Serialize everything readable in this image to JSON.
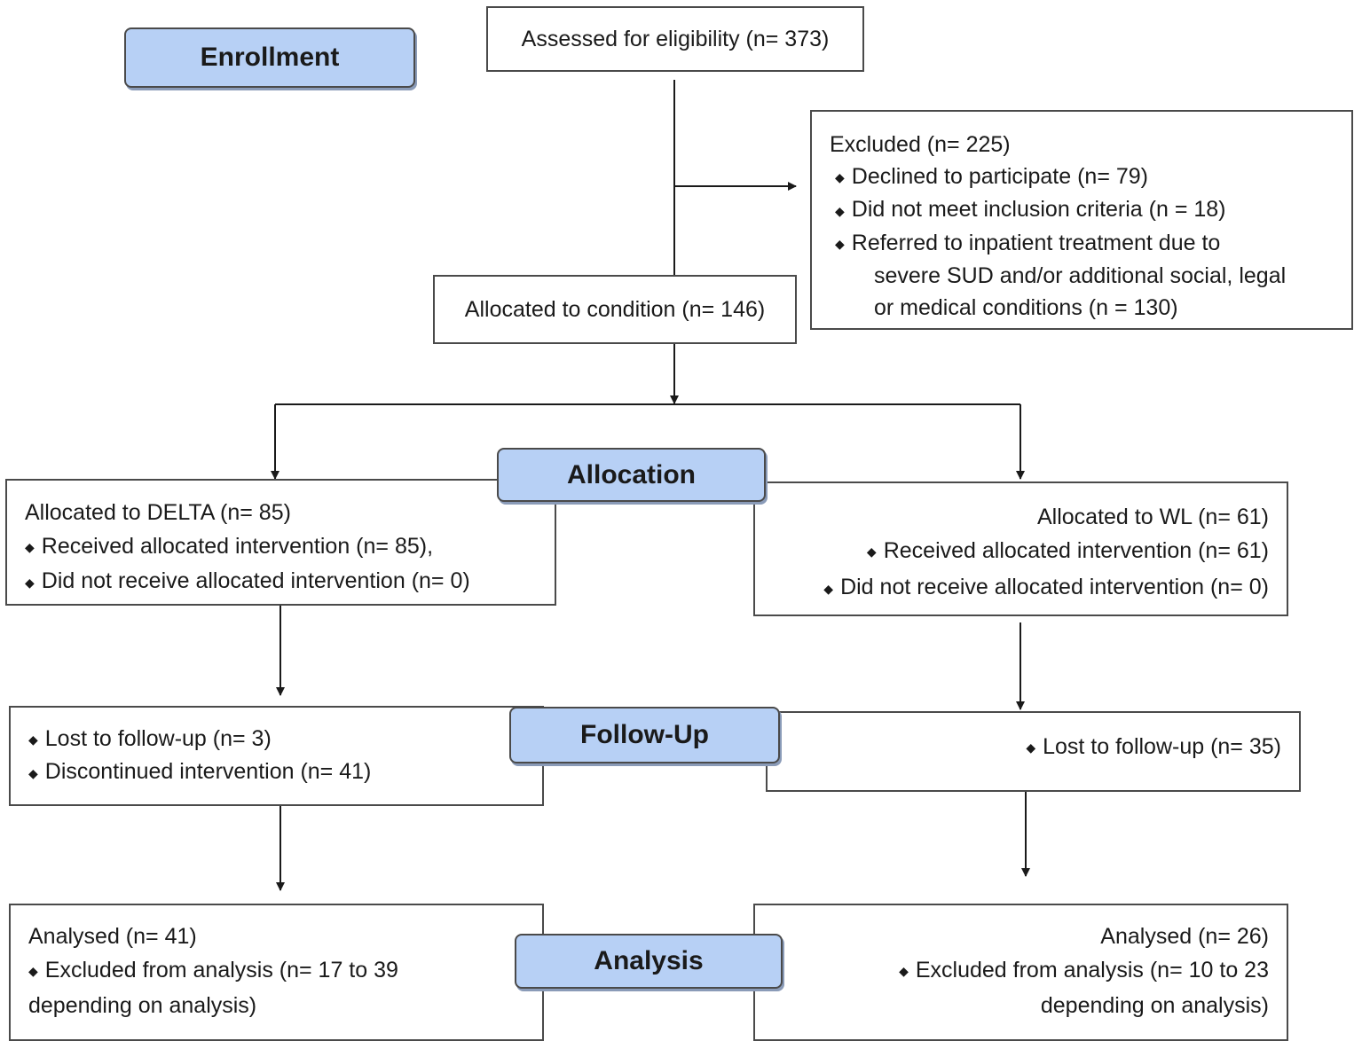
{
  "stages": {
    "enrollment": "Enrollment",
    "allocation": "Allocation",
    "follow_up": "Follow-Up",
    "analysis": "Analysis"
  },
  "assessed": "Assessed for eligibility (n= 373)",
  "excluded": {
    "title": "Excluded (n=   225)",
    "items": [
      "Declined to participate (n=  79)",
      "Did not meet inclusion criteria  (n =  18)",
      "Referred to inpatient treatment due to"
    ],
    "continuation": [
      "severe SUD and/or additional social, legal",
      "or medical conditions (n = 130)"
    ]
  },
  "allocated_condition": "Allocated to condition (n= 146)",
  "delta": {
    "title": "Allocated to DELTA (n= 85)",
    "items": [
      "Received allocated intervention (n=  85),",
      "Did not receive allocated intervention (n=  0)"
    ]
  },
  "wl": {
    "title": "Allocated to WL (n= 61)",
    "items": [
      "Received allocated intervention (n=  61)",
      "Did not receive allocated intervention (n=  0)"
    ]
  },
  "followup_delta": {
    "items": [
      "Lost to follow-up (n= 3)",
      "Discontinued intervention (n= 41)"
    ]
  },
  "followup_wl": {
    "items": [
      "Lost to follow-up (n= 35)"
    ]
  },
  "analysis_delta": {
    "title": "Analysed (n= 41)",
    "item": "Excluded from analysis (n=  17 to 39",
    "continuation": "depending on analysis)"
  },
  "analysis_wl": {
    "title": "Analysed (n= 26)",
    "item": "Excluded from analysis (n= 10 to 23",
    "continuation": "depending on analysis)"
  },
  "colors": {
    "stage_fill": "#b7d0f5",
    "border": "#4a4a4a",
    "line": "#1a1a1a"
  }
}
